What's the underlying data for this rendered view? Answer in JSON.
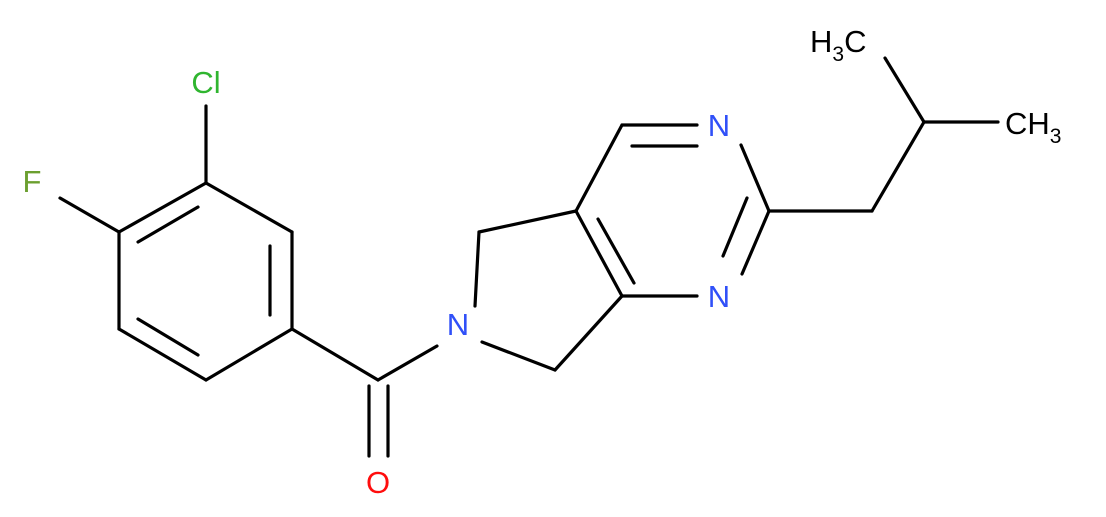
{
  "colors": {
    "bond": "#000000",
    "Cl": "#2fb52f",
    "F": "#6b9f2f",
    "N": "#3050f8",
    "O": "#ff0d0d",
    "C": "#000000"
  },
  "atoms": {
    "cl": "Cl",
    "f": "F",
    "n_amide": "N",
    "n_top": "N",
    "n_bottom": "N",
    "o": "O",
    "ch3_left_main": "H",
    "ch3_left_sub": "3",
    "ch3_left_tail": "C",
    "ch3_right_main": "CH",
    "ch3_right_sub": "3"
  }
}
